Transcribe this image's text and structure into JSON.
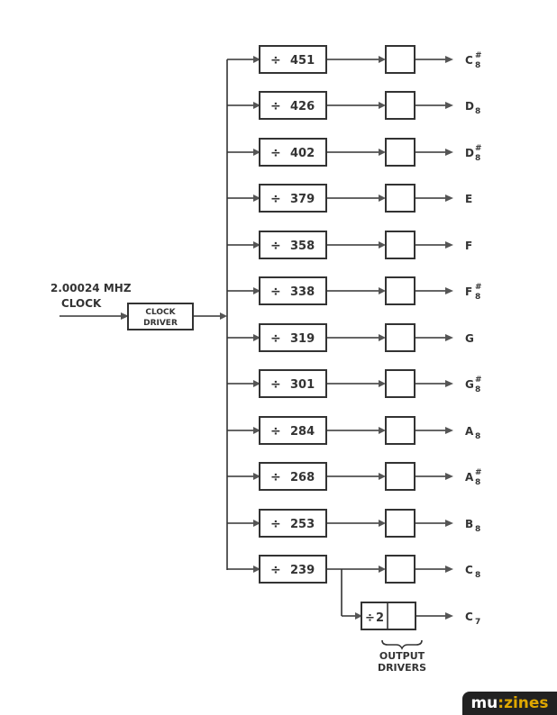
{
  "input": {
    "frequency_label": "2.00024 MHZ",
    "clock_label": "CLOCK"
  },
  "clock_driver": {
    "line1": "CLOCK",
    "line2": "DRIVER"
  },
  "divider_symbol": "÷",
  "rows": [
    {
      "divisor": "451",
      "note": "C",
      "sup": "#",
      "sub": "8"
    },
    {
      "divisor": "426",
      "note": "D",
      "sup": "",
      "sub": "8"
    },
    {
      "divisor": "402",
      "note": "D",
      "sup": "#",
      "sub": "8"
    },
    {
      "divisor": "379",
      "note": "E",
      "sup": "",
      "sub": ""
    },
    {
      "divisor": "358",
      "note": "F",
      "sup": "",
      "sub": ""
    },
    {
      "divisor": "338",
      "note": "F",
      "sup": "#",
      "sub": "8"
    },
    {
      "divisor": "319",
      "note": "G",
      "sup": "",
      "sub": ""
    },
    {
      "divisor": "301",
      "note": "G",
      "sup": "#",
      "sub": "8"
    },
    {
      "divisor": "284",
      "note": "A",
      "sup": "",
      "sub": "8"
    },
    {
      "divisor": "268",
      "note": "A",
      "sup": "#",
      "sub": "8"
    },
    {
      "divisor": "253",
      "note": "B",
      "sup": "",
      "sub": "8"
    },
    {
      "divisor": "239",
      "note": "C",
      "sup": "",
      "sub": "8"
    }
  ],
  "extra_stage": {
    "divisor": "2",
    "note": "C",
    "sub": "7"
  },
  "output_drivers_label": {
    "line1": "OUTPUT",
    "line2": "DRIVERS"
  },
  "brand": {
    "part1": "mu",
    "part2": ":zines"
  }
}
